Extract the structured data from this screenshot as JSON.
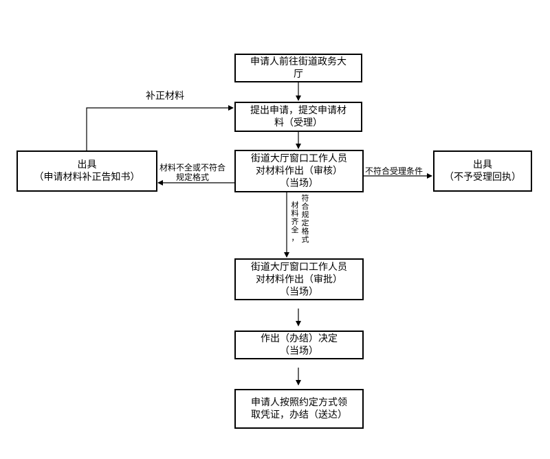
{
  "nodes": {
    "visit": [
      "申请人前往街道政务大",
      "厅"
    ],
    "apply": [
      "提出申请，提交申请材",
      "料（受理）"
    ],
    "review": [
      "街道大厅窗口工作人员",
      "对材料作出（审核）",
      "（当场）"
    ],
    "notice": [
      "出具",
      "（申请材料补正告知书）"
    ],
    "receipt": [
      "出具",
      "（不予受理回执）"
    ],
    "approve": [
      "街道大厅窗口工作人员",
      "对材料作出（审批）",
      "（当场）"
    ],
    "decide": [
      "作出（办结）决定",
      "（当场）"
    ],
    "collect": [
      "申请人按照约定方式领",
      "取凭证，办结（送达）"
    ]
  },
  "labels": {
    "supplement": "补正材料",
    "incomplete": [
      "材料不全或不符合",
      "规定格式"
    ],
    "not_eligible": "不符合受理条件",
    "complete_col1": [
      "材",
      "料",
      "齐",
      "全",
      "，"
    ],
    "complete_col2": [
      "符",
      "合",
      "规",
      "定",
      "格",
      "式"
    ]
  }
}
